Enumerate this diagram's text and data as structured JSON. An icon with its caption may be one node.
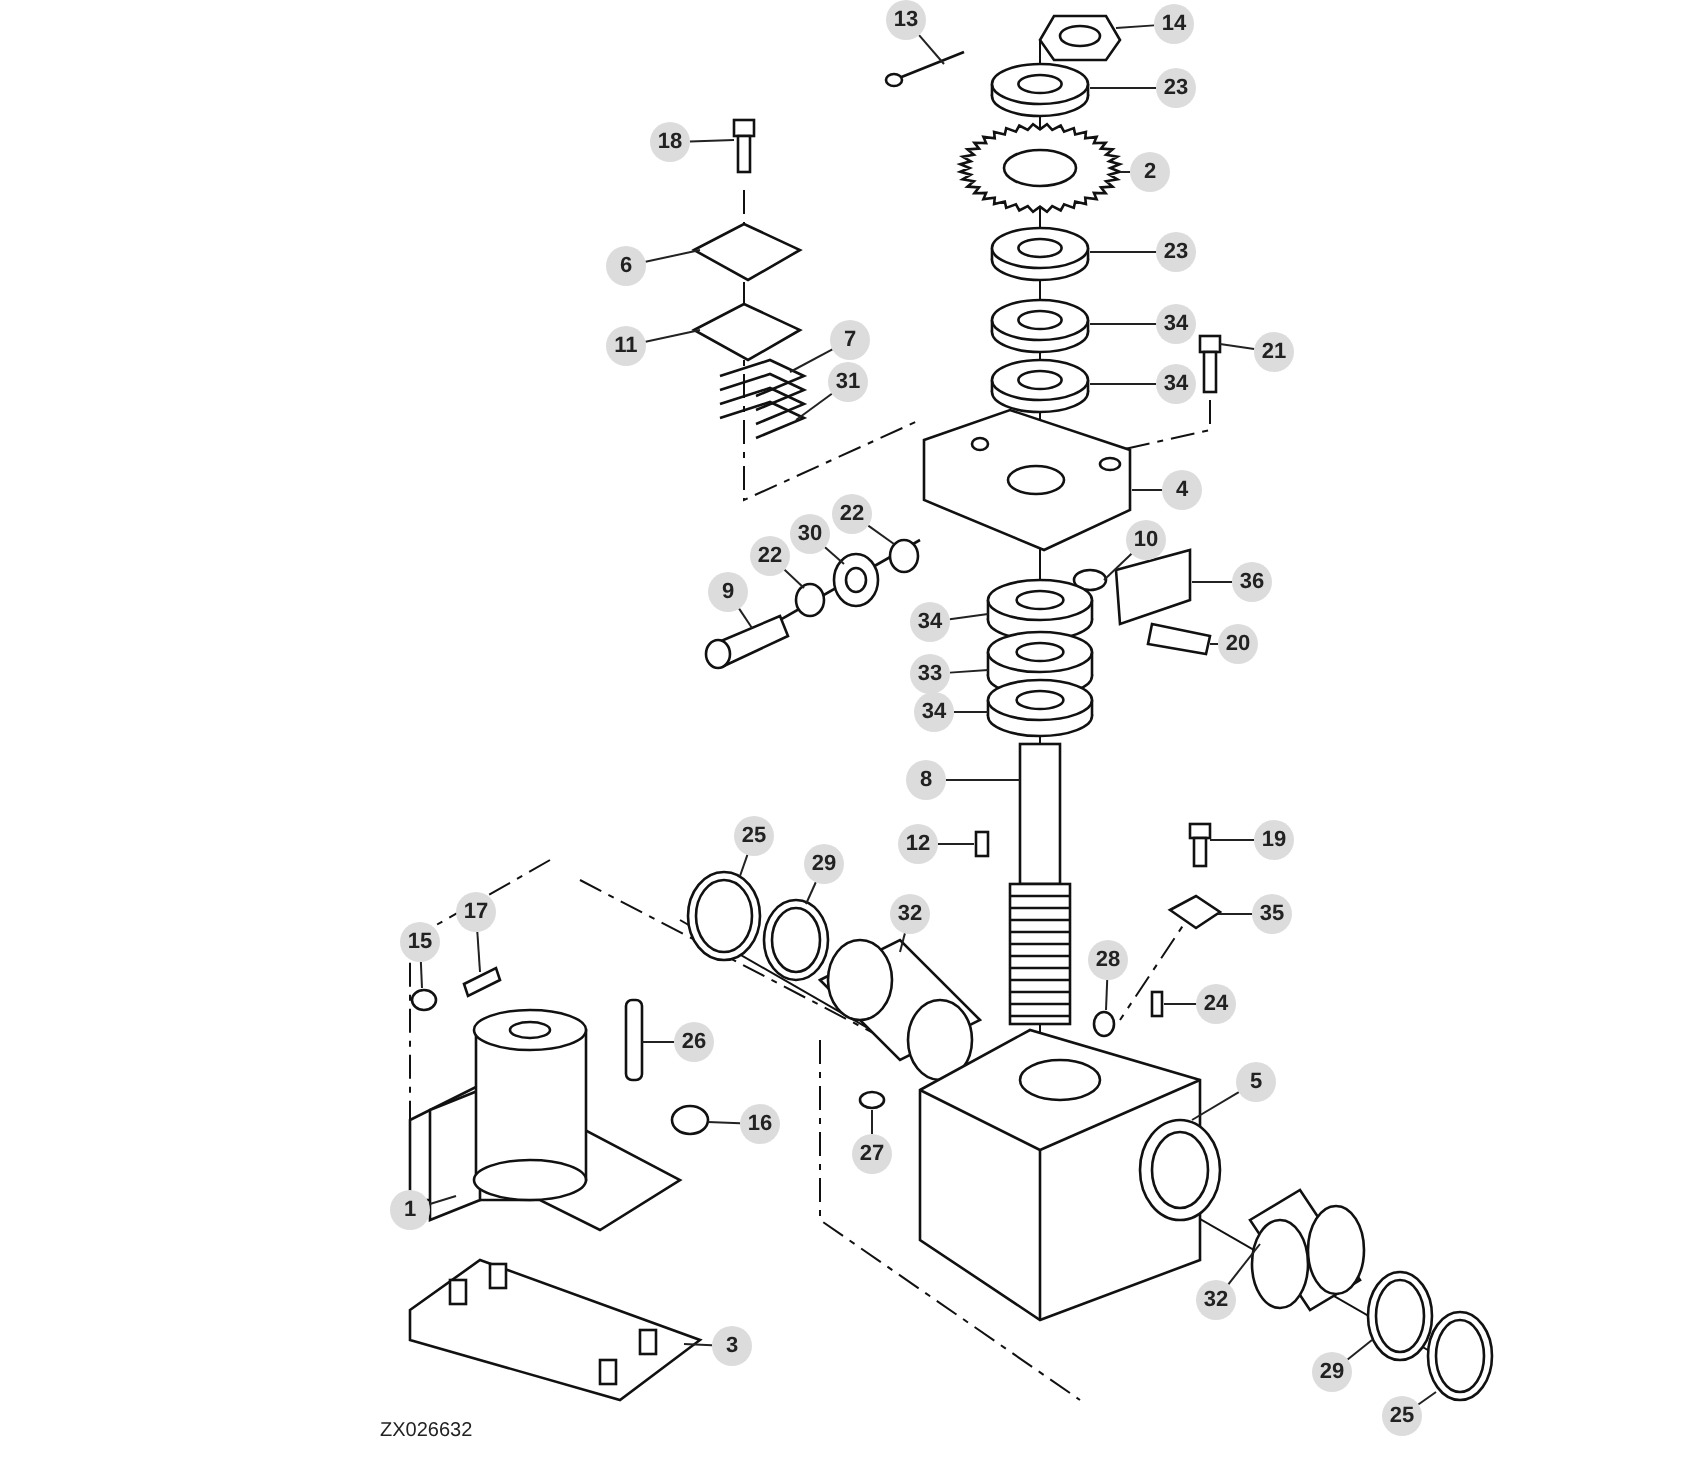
{
  "diagram": {
    "nodes": [
      {
        "text": [
          "13"
        ]
      },
      {
        "text": [
          "14"
        ]
      },
      {
        "text": [
          "23"
        ]
      },
      {
        "text": [
          "18"
        ]
      },
      {
        "text": [
          "2"
        ]
      },
      {
        "text": [
          "23"
        ]
      },
      {
        "text": [
          "6"
        ]
      },
      {
        "text": [
          "34"
        ]
      },
      {
        "text": [
          "7"
        ]
      },
      {
        "text": [
          "11"
        ]
      },
      {
        "text": [
          "21"
        ]
      },
      {
        "text": [
          "31"
        ]
      },
      {
        "text": [
          "34"
        ]
      },
      {
        "text": [
          "4"
        ]
      },
      {
        "text": [
          "22"
        ]
      },
      {
        "text": [
          "30"
        ]
      },
      {
        "text": [
          "10"
        ]
      },
      {
        "text": [
          "22"
        ]
      },
      {
        "text": [
          "36"
        ]
      },
      {
        "text": [
          "9"
        ]
      },
      {
        "text": [
          "34"
        ]
      },
      {
        "text": [
          "20"
        ]
      },
      {
        "text": [
          "33"
        ]
      },
      {
        "text": [
          "34"
        ]
      },
      {
        "text": [
          "8"
        ]
      },
      {
        "text": [
          "25"
        ]
      },
      {
        "text": [
          "19"
        ]
      },
      {
        "text": [
          "12"
        ]
      },
      {
        "text": [
          "29"
        ]
      },
      {
        "text": [
          "17"
        ]
      },
      {
        "text": [
          "32"
        ]
      },
      {
        "text": [
          "35"
        ]
      },
      {
        "text": [
          "15"
        ]
      },
      {
        "text": [
          "28"
        ]
      },
      {
        "text": [
          "24"
        ]
      },
      {
        "text": [
          "26"
        ]
      },
      {
        "text": [
          "5"
        ]
      },
      {
        "text": [
          "16"
        ]
      },
      {
        "text": [
          "27"
        ]
      },
      {
        "text": [
          "1"
        ]
      },
      {
        "text": [
          "32"
        ]
      },
      {
        "text": [
          "3"
        ]
      },
      {
        "text": [
          "29"
        ]
      },
      {
        "text": [
          "25"
        ]
      },
      {
        "text": [],
        "shape": "picture"
      }
    ],
    "edges": [
      {
        "from": 0,
        "to": null,
        "arrow": "none"
      },
      {
        "from": 1,
        "to": null,
        "arrow": "none"
      },
      {
        "from": 2,
        "to": null,
        "arrow": "none"
      },
      {
        "from": 3,
        "to": null,
        "arrow": "none"
      },
      {
        "from": 4,
        "to": null,
        "arrow": "none"
      },
      {
        "from": 5,
        "to": null,
        "arrow": "none"
      },
      {
        "from": 6,
        "to": null,
        "arrow": "none"
      },
      {
        "from": 7,
        "to": null,
        "arrow": "none"
      },
      {
        "from": 8,
        "to": null,
        "arrow": "none"
      },
      {
        "from": 9,
        "to": null,
        "arrow": "none"
      },
      {
        "from": 10,
        "to": 44,
        "arrow": "none"
      },
      {
        "from": 11,
        "to": null,
        "arrow": "none"
      },
      {
        "from": 12,
        "to": null,
        "arrow": "none"
      },
      {
        "from": 13,
        "to": null,
        "arrow": "none"
      },
      {
        "from": 14,
        "to": null,
        "arrow": "none"
      },
      {
        "from": 15,
        "to": null,
        "arrow": "none"
      },
      {
        "from": 16,
        "to": null,
        "arrow": "none"
      },
      {
        "from": 17,
        "to": null,
        "arrow": "none"
      },
      {
        "from": 18,
        "to": null,
        "arrow": "none"
      },
      {
        "from": 19,
        "to": null,
        "arrow": "none"
      },
      {
        "from": 20,
        "to": null,
        "arrow": "none"
      },
      {
        "from": 21,
        "to": null,
        "arrow": "none"
      },
      {
        "from": 22,
        "to": null,
        "arrow": "none"
      },
      {
        "from": 23,
        "to": null,
        "arrow": "none"
      },
      {
        "from": 24,
        "to": null,
        "arrow": "none"
      },
      {
        "from": 25,
        "to": null,
        "arrow": "none"
      },
      {
        "from": 26,
        "to": null,
        "arrow": "none"
      },
      {
        "from": 27,
        "to": null,
        "arrow": "none"
      },
      {
        "from": 28,
        "to": null,
        "arrow": "none"
      },
      {
        "from": 29,
        "to": null,
        "arrow": "none"
      },
      {
        "from": 30,
        "to": null,
        "arrow": "none"
      },
      {
        "from": 31,
        "to": null,
        "arrow": "none"
      },
      {
        "from": 32,
        "to": null,
        "arrow": "none"
      },
      {
        "from": 33,
        "to": null,
        "arrow": "none"
      },
      {
        "from": 34,
        "to": null,
        "arrow": "none"
      },
      {
        "from": 35,
        "to": null,
        "arrow": "none"
      },
      {
        "from": 36,
        "to": null,
        "arrow": "none"
      },
      {
        "from": 37,
        "to": null,
        "arrow": "none"
      },
      {
        "from": 38,
        "to": null,
        "arrow": "none"
      },
      {
        "from": 39,
        "to": null,
        "arrow": "none"
      },
      {
        "from": 40,
        "to": null,
        "arrow": "none"
      },
      {
        "from": 41,
        "to": null,
        "arrow": "none"
      },
      {
        "from": 42,
        "to": null,
        "arrow": "none"
      },
      {
        "from": 43,
        "to": null,
        "arrow": "none"
      }
    ],
    "labels": [
      "ZX026632"
    ]
  }
}
